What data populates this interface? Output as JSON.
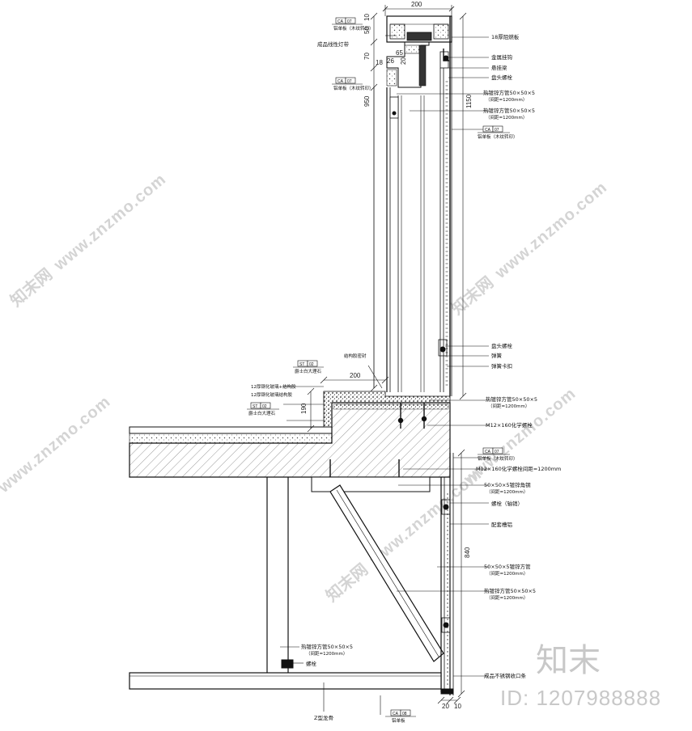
{
  "dimensions": {
    "top_width": "200",
    "left_top_1": "10",
    "left_50": "50",
    "left_70": "70",
    "mid_65": "65",
    "mid_26": "26",
    "mid_20": "20",
    "mid_18": "18",
    "left_950": "950",
    "right_1150": "1150",
    "step_200": "200",
    "step_190": "190",
    "right_840": "840",
    "bottom_20": "20",
    "bottom_10": "10"
  },
  "labels": {
    "board18": "18厚阻燃板",
    "led_strip": "成品线性灯带",
    "metal_hook": "金属挂钩",
    "hanging_beam": "悬挂梁",
    "pan_bolt_top": "盘头螺栓",
    "tube_a": "热镀锌方管50×50×5",
    "tube_a_sub": "（间距=1200mm）",
    "tube_b": "热镀锌方管50×50×5",
    "tube_b_sub": "（间距=1200mm）",
    "pan_bolt_mid": "盘头螺栓",
    "spring": "弹簧",
    "spring_clip": "弹簧卡扣",
    "tube_c": "热镀锌方管50×50×5",
    "tube_c_sub": "（间距=1200mm）",
    "chem_bolt": "M12×160化学螺栓",
    "chem_bolt2": "M12×160化学螺栓间距=1200mm",
    "angle_steel": "50×50×5镀锌角钢",
    "angle_steel_sub": "（间距=1200mm）",
    "bolt_pin": "螺栓（轴销）",
    "groove_alu": "配套槽铝",
    "tube_d": "50×50×5镀锌方管",
    "tube_d_sub": "（间距=1200mm）",
    "tube_e": "热镀锌方管50×50×5",
    "tube_e_sub": "（间距=1200mm）",
    "tube_f": "热镀锌方管50×50×5",
    "tube_f_sub": "（间距=1200mm）",
    "bolt_bottom": "螺栓",
    "ss_strip": "成品不锈钢收口条",
    "z_keel": "Z型龙骨",
    "marble1": "爵士白大理石",
    "marble2": "爵士白大理石",
    "marble_note": "12厚钢化玻璃+结构胶",
    "marble_note2": "12厚钢化玻璃结构胶",
    "glue_note": "结构胶密封"
  },
  "tags": [
    {
      "code": "CA",
      "num": "07",
      "text": "铝单板（木纹转印）"
    },
    {
      "code": "CA",
      "num": "07",
      "text": "铝单板（木纹转印）"
    },
    {
      "code": "CA",
      "num": "07",
      "text": "铝单板（木纹转印）"
    },
    {
      "code": "ST",
      "num": "02",
      "text": "爵士白大理石"
    },
    {
      "code": "ST",
      "num": "02",
      "text": "爵士白大理石"
    },
    {
      "code": "CA",
      "num": "07",
      "text": "铝单板（木纹转印）"
    },
    {
      "code": "CA",
      "num": "08",
      "text": "铝单板"
    }
  ],
  "watermark": {
    "site": "www.znzmo.com",
    "cn": "知末网",
    "brand": "知末",
    "id": "ID: 1207988888"
  }
}
